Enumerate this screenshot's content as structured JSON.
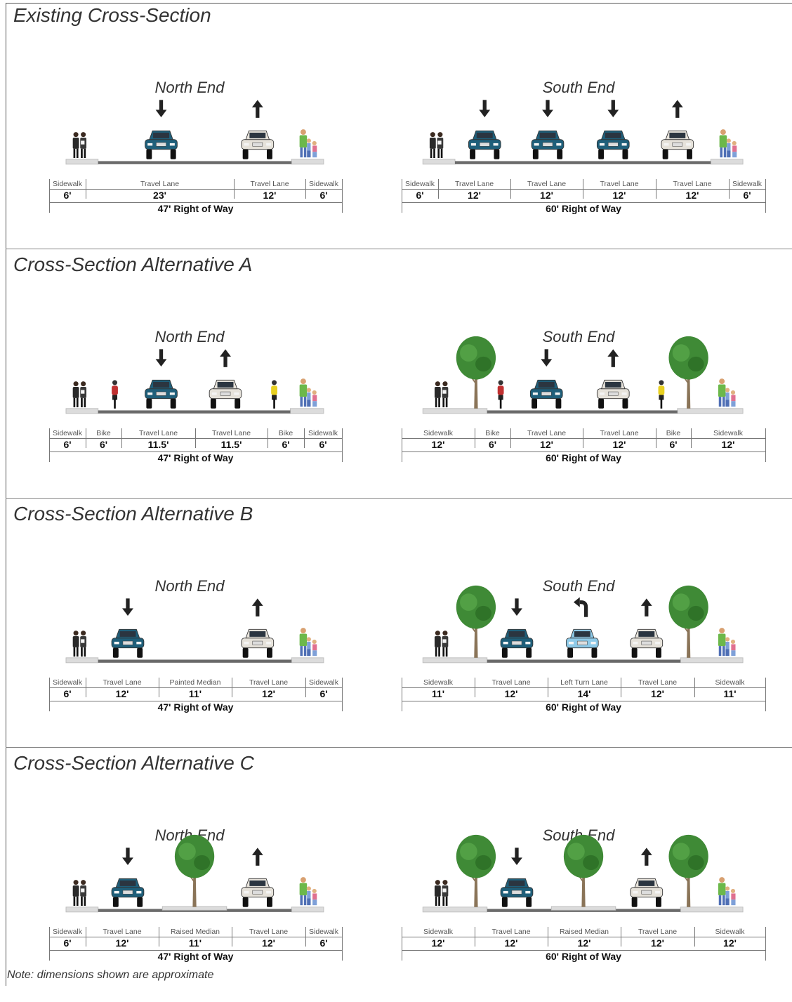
{
  "sections": [
    {
      "title": "Existing Cross-Section",
      "panels": [
        {
          "title": "North End",
          "total": "47' Right of Way",
          "segments": [
            {
              "label": "Sidewalk",
              "value": "6'"
            },
            {
              "label": "Travel Lane",
              "value": "23'"
            },
            {
              "label": "Travel Lane",
              "value": "12'"
            },
            {
              "label": "Sidewalk",
              "value": "6'"
            }
          ]
        },
        {
          "title": "South End",
          "total": "60' Right of Way",
          "segments": [
            {
              "label": "Sidewalk",
              "value": "6'"
            },
            {
              "label": "Travel Lane",
              "value": "12'"
            },
            {
              "label": "Travel Lane",
              "value": "12'"
            },
            {
              "label": "Travel Lane",
              "value": "12'"
            },
            {
              "label": "Travel Lane",
              "value": "12'"
            },
            {
              "label": "Sidewalk",
              "value": "6'"
            }
          ]
        }
      ]
    },
    {
      "title": "Cross-Section Alternative A",
      "panels": [
        {
          "title": "North End",
          "total": "47' Right of Way",
          "segments": [
            {
              "label": "Sidewalk",
              "value": "6'"
            },
            {
              "label": "Bike",
              "value": "6'"
            },
            {
              "label": "Travel Lane",
              "value": "11.5'"
            },
            {
              "label": "Travel Lane",
              "value": "11.5'"
            },
            {
              "label": "Bike",
              "value": "6'"
            },
            {
              "label": "Sidewalk",
              "value": "6'"
            }
          ]
        },
        {
          "title": "South End",
          "total": "60' Right of Way",
          "segments": [
            {
              "label": "Sidewalk",
              "value": "12'"
            },
            {
              "label": "Bike",
              "value": "6'"
            },
            {
              "label": "Travel Lane",
              "value": "12'"
            },
            {
              "label": "Travel Lane",
              "value": "12'"
            },
            {
              "label": "Bike",
              "value": "6'"
            },
            {
              "label": "Sidewalk",
              "value": "12'"
            }
          ]
        }
      ]
    },
    {
      "title": "Cross-Section Alternative B",
      "panels": [
        {
          "title": "North End",
          "total": "47' Right of Way",
          "segments": [
            {
              "label": "Sidewalk",
              "value": "6'"
            },
            {
              "label": "Travel Lane",
              "value": "12'"
            },
            {
              "label": "Painted Median",
              "value": "11'"
            },
            {
              "label": "Travel Lane",
              "value": "12'"
            },
            {
              "label": "Sidewalk",
              "value": "6'"
            }
          ]
        },
        {
          "title": "South End",
          "total": "60' Right of Way",
          "segments": [
            {
              "label": "Sidewalk",
              "value": "11'"
            },
            {
              "label": "Travel Lane",
              "value": "12'"
            },
            {
              "label": "Left Turn Lane",
              "value": "14'"
            },
            {
              "label": "Travel Lane",
              "value": "12'"
            },
            {
              "label": "Sidewalk",
              "value": "11'"
            }
          ]
        }
      ]
    },
    {
      "title": "Cross-Section Alternative C",
      "panels": [
        {
          "title": "North End",
          "total": "47' Right of Way",
          "segments": [
            {
              "label": "Sidewalk",
              "value": "6'"
            },
            {
              "label": "Travel Lane",
              "value": "12'"
            },
            {
              "label": "Raised Median",
              "value": "11'"
            },
            {
              "label": "Travel Lane",
              "value": "12'"
            },
            {
              "label": "Sidewalk",
              "value": "6'"
            }
          ]
        },
        {
          "title": "South End",
          "total": "60' Right of Way",
          "segments": [
            {
              "label": "Sidewalk",
              "value": "12'"
            },
            {
              "label": "Travel Lane",
              "value": "12'"
            },
            {
              "label": "Raised Median",
              "value": "12'"
            },
            {
              "label": "Travel Lane",
              "value": "12'"
            },
            {
              "label": "Sidewalk",
              "value": "12'"
            }
          ]
        }
      ]
    }
  ],
  "note": "Note: dimensions shown are approximate",
  "colors": {
    "car_blue": "#1f5f7a",
    "car_white": "#e6e2da",
    "car_light_blue": "#8ecae8",
    "tree": "#3f8a36",
    "road": "#6a6a6a",
    "sidewalk": "#dcdcdc"
  }
}
